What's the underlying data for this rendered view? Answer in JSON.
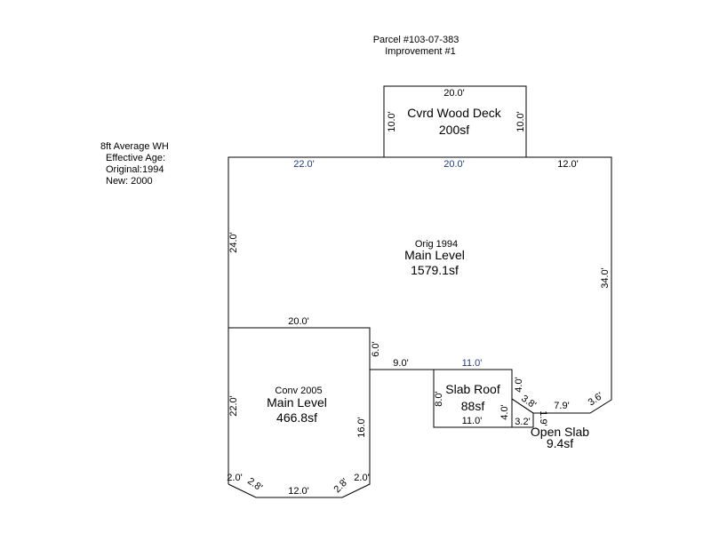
{
  "header": {
    "parcel": "Parcel #103-07-383",
    "improvement": "Improvement #1"
  },
  "notes": {
    "line1": "8ft Average WH",
    "line2": "Effective Age:",
    "line3": "Original:1994",
    "line4": "New: 2000"
  },
  "deck": {
    "name": "Cvrd Wood Deck",
    "area": "200sf",
    "top": "20.0'",
    "left": "10.0'",
    "right": "10.0'"
  },
  "main": {
    "label": "Orig 1994",
    "name": "Main Level",
    "area": "1579.1sf",
    "dims": {
      "top_left": "22.0'",
      "top_mid": "20.0'",
      "top_right": "12.0'",
      "left": "24.0'",
      "right": "34.0'",
      "corner_right": "3.6'",
      "bottom_right": "7.9'",
      "notch": "6.0'",
      "step": "9.0'"
    }
  },
  "conv": {
    "label": "Conv 2005",
    "name": "Main Level",
    "area": "466.8sf",
    "dims": {
      "top": "20.0'",
      "left": "22.0'",
      "right": "16.0'",
      "bl": "2.0'",
      "bl_diag": "2.8'",
      "bottom": "12.0'",
      "br_diag": "2.8'",
      "br": "2.0'"
    }
  },
  "slab_roof": {
    "name": "Slab Roof",
    "area": "88sf",
    "top": "11.0'",
    "bottom": "11.0'",
    "left": "8.0'",
    "right_upper": "4.0'",
    "right_lower": "4.0'"
  },
  "open_slab": {
    "name": "Open Slab",
    "area": "9.4sf",
    "diag": "3.8'",
    "bottom": "3.2'",
    "right": "1.9'"
  }
}
